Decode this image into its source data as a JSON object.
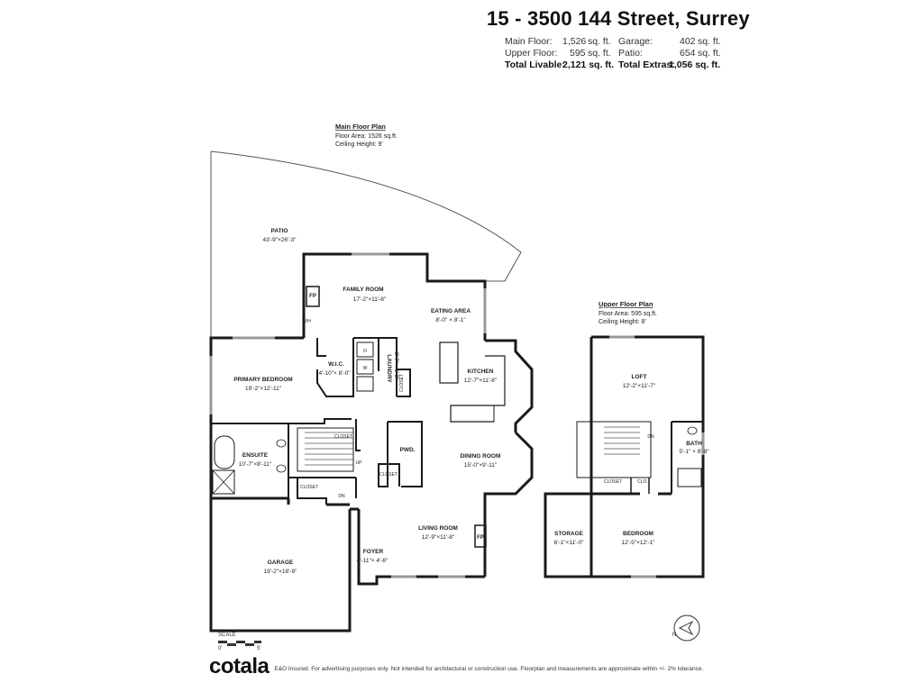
{
  "header": {
    "title": "15 - 3500 144 Street, Surrey",
    "rows": [
      {
        "l1": "Main Floor:",
        "v1": "1,526",
        "u1": "sq. ft.",
        "l2": "Garage:",
        "v2": "402",
        "u2": "sq. ft."
      },
      {
        "l1": "Upper Floor:",
        "v1": "595",
        "u1": "sq. ft.",
        "l2": "Patio:",
        "v2": "654",
        "u2": "sq. ft."
      }
    ],
    "total_livable_label": "Total Livable:",
    "total_livable_value": "2,121 sq. ft.",
    "total_extras_label": "Total Extras:",
    "total_extras_value": "1,056 sq. ft."
  },
  "main_floor": {
    "title": "Main Floor Plan",
    "area": "Floor Area: 1526 sq.ft.",
    "ceiling": "Ceiling Height: 9'",
    "rooms": {
      "patio": {
        "name": "PATIO",
        "dim": "43'-9\"×26'-3\""
      },
      "family_room": {
        "name": "FAMILY ROOM",
        "dim": "17'-2\"×11'-8\""
      },
      "eating_area": {
        "name": "EATING AREA",
        "dim": "8'-0\" × 8'-1\""
      },
      "kitchen": {
        "name": "KITCHEN",
        "dim": "12'-7\"×11'-8\""
      },
      "wic": {
        "name": "W.I.C.",
        "dim": "4'-10\"× 8'-0\""
      },
      "laundry": {
        "name": "LAUNDRY",
        "dim": "8'-7\" × 5'-9\""
      },
      "primary_bedroom": {
        "name": "PRIMARY BEDROOM",
        "dim": "19'-2\"×12'-11\""
      },
      "ensuite": {
        "name": "ENSUITE",
        "dim": "10'-7\"×8'-11\""
      },
      "pwd": {
        "name": "PWD."
      },
      "dining_room": {
        "name": "DINING ROOM",
        "dim": "15'-0\"×9'-11\""
      },
      "living_room": {
        "name": "LIVING ROOM",
        "dim": "12'-9\"×11'-8\""
      },
      "foyer": {
        "name": "FOYER",
        "dim": "4'-11\"× 4'-6\""
      },
      "garage": {
        "name": "GARAGE",
        "dim": "19'-2\"×18'-9\""
      }
    },
    "labels": {
      "closet": "CLOSET",
      "fp": "FP",
      "up": "UP",
      "dn": "DN",
      "wh": "W/H",
      "d": "D",
      "w": "W"
    }
  },
  "upper_floor": {
    "title": "Upper Floor Plan",
    "area": "Floor Area: 595 sq.ft.",
    "ceiling": "Ceiling Height: 8'",
    "rooms": {
      "loft": {
        "name": "LOFT",
        "dim": "12'-2\"×11'-7\""
      },
      "bath": {
        "name": "BATH",
        "dim": "5'-1\" × 8'-8\""
      },
      "storage": {
        "name": "STORAGE",
        "dim": "6'-1\"×11'-0\""
      },
      "bedroom": {
        "name": "BEDROOM",
        "dim": "12'-5\"×12'-1\""
      }
    },
    "labels": {
      "closet": "CLOSET",
      "clo": "CLO.",
      "dn": "DN"
    }
  },
  "scale": {
    "label": "SCALE",
    "zero": "0'",
    "five": "5'"
  },
  "compass": {
    "north": "N"
  },
  "footer": {
    "logo": "cotala",
    "disclaimer": "E&O Insured. For advertising purposes only. Not intended for architectural or construction use. Floorplan and measurements are approximate within +/- 2% tolerance."
  },
  "colors": {
    "wall": "#1a1a1a",
    "line": "#555555",
    "text": "#222222"
  }
}
